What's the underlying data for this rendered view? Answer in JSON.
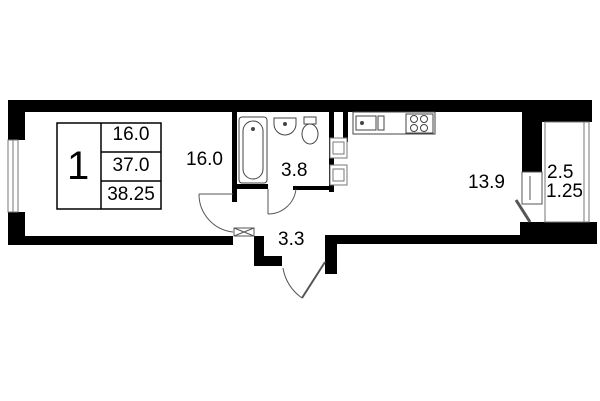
{
  "plan": {
    "rooms_count": "1",
    "summary": {
      "living_area": "16.0",
      "total_area": "37.0",
      "total_area_with_balcony": "38.25"
    },
    "rooms": [
      {
        "id": "living-room",
        "area": "16.0"
      },
      {
        "id": "bathroom",
        "area": "3.8"
      },
      {
        "id": "hallway",
        "area": "3.3"
      },
      {
        "id": "kitchen",
        "area": "13.9"
      },
      {
        "id": "balcony",
        "area": "2.5",
        "reduced_area": "1.25"
      }
    ],
    "colors": {
      "wall": "#000000",
      "background": "#ffffff",
      "fixture": "#555555"
    }
  }
}
